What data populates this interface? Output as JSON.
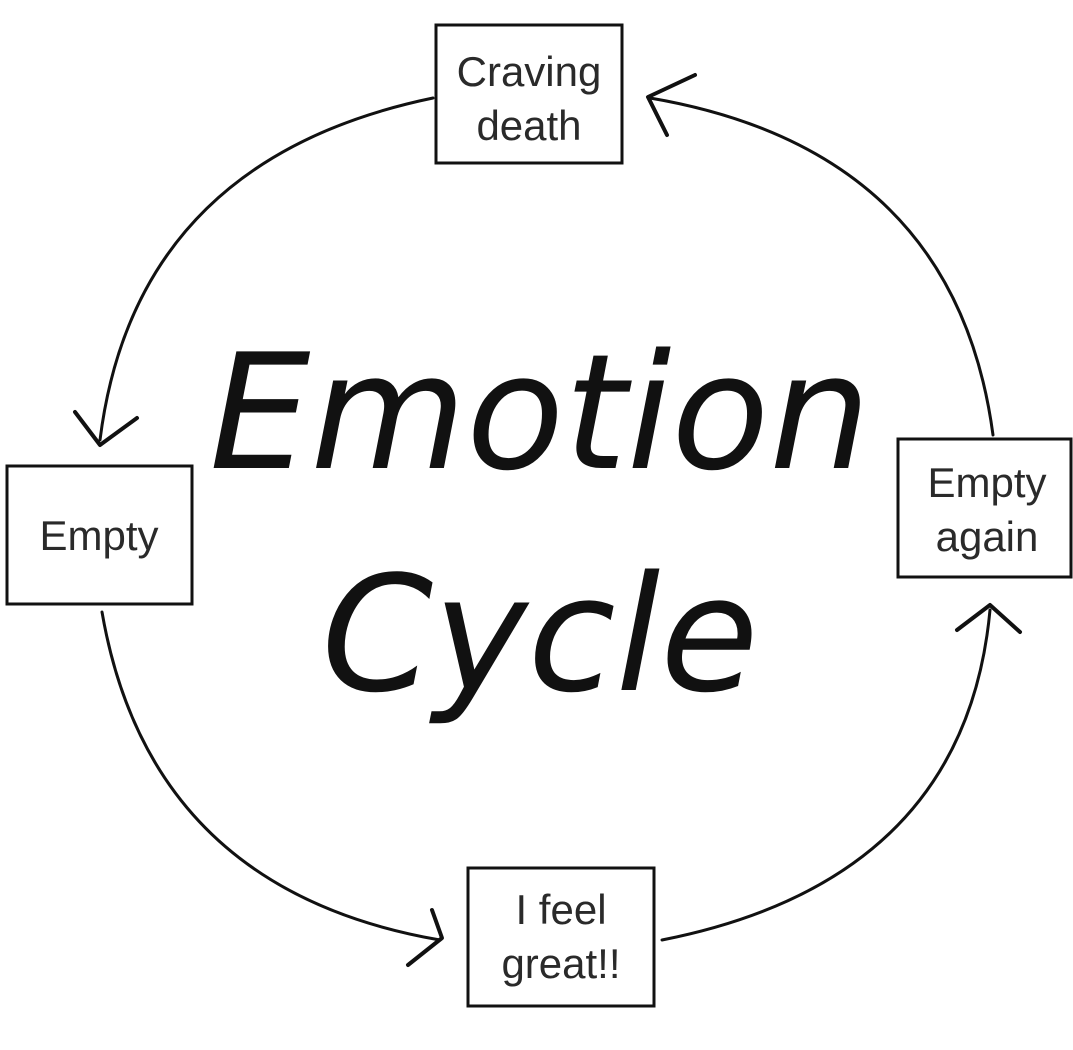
{
  "title": {
    "line1": "Emotion",
    "line2": "Cycle"
  },
  "nodes": {
    "craving_death": {
      "line1": "Craving",
      "line2": "death"
    },
    "empty": {
      "line1": "Empty"
    },
    "i_feel_great": {
      "line1": "I feel",
      "line2": "great!!"
    },
    "empty_again": {
      "line1": "Empty",
      "line2": "again"
    }
  },
  "colors": {
    "ink": "#111111",
    "text": "#2a2a2a",
    "background": "#ffffff"
  }
}
